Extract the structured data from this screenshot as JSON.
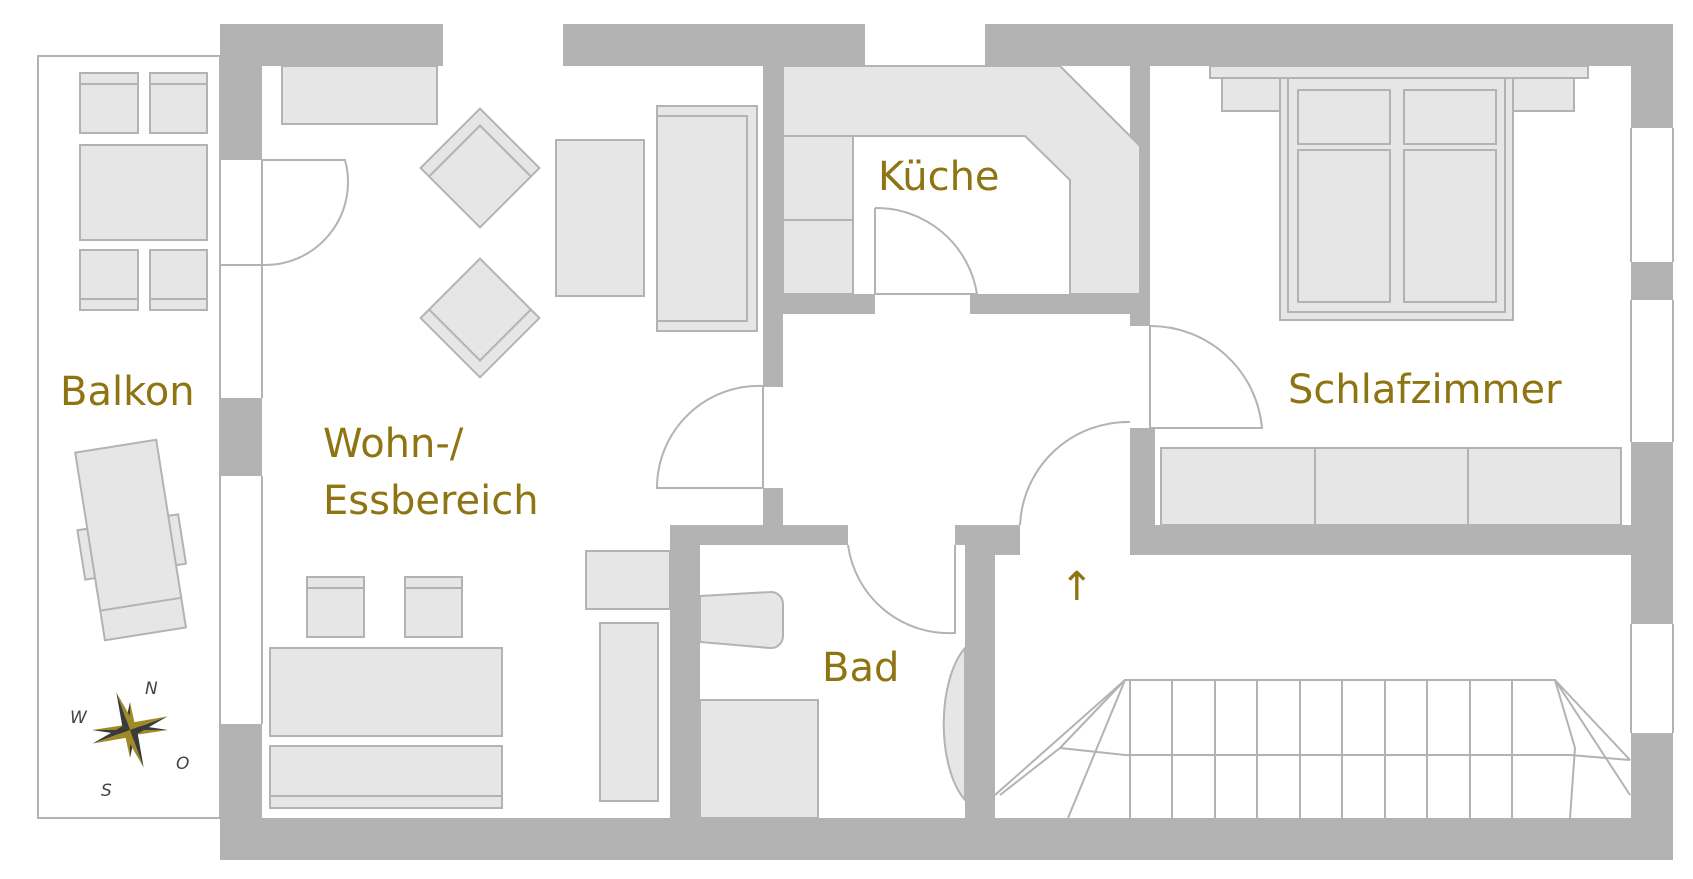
{
  "rooms": {
    "balkon": "Balkon",
    "wohn_line1": "Wohn-/",
    "wohn_line2": "Essbereich",
    "kueche": "Küche",
    "bad": "Bad",
    "schlafzimmer": "Schlafzimmer"
  },
  "stair_arrow": "↑",
  "compass": {
    "north": "N",
    "east": "O",
    "south": "S",
    "west": "W"
  },
  "colors": {
    "wall": "#b3b3b3",
    "furniture_fill": "#e6e6e6",
    "label": "#8f7412",
    "compass_gold": "#a08a26",
    "compass_dark": "#3a3a3a"
  }
}
